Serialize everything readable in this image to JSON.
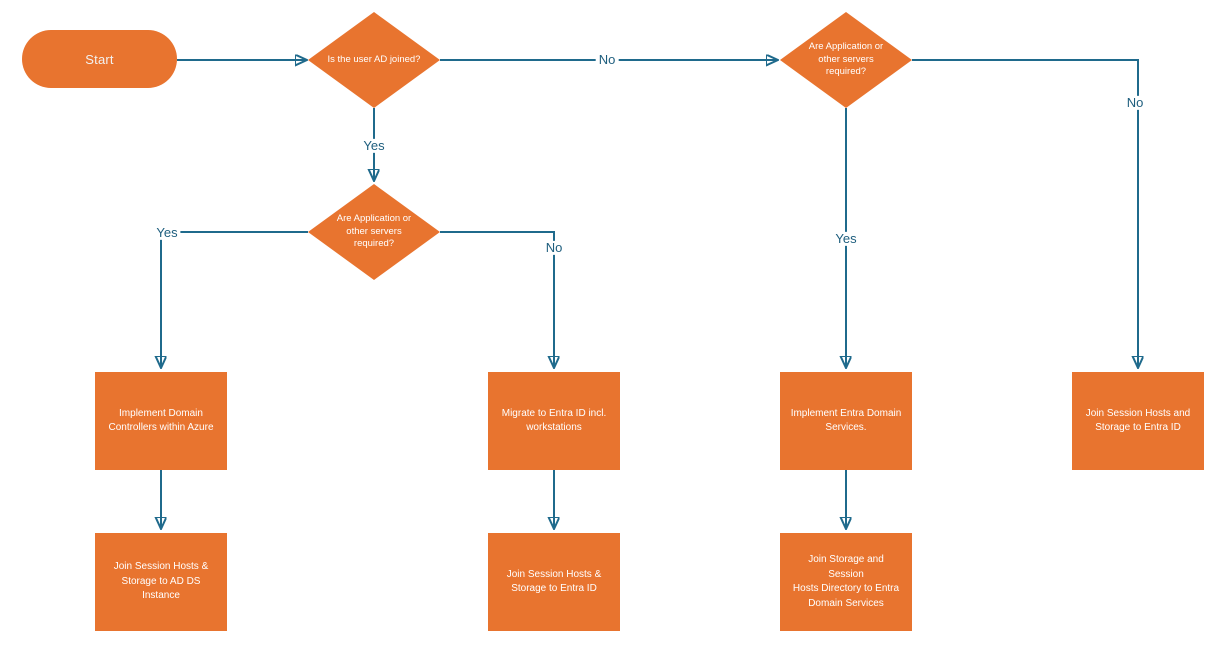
{
  "flowchart": {
    "colors": {
      "node_fill": "#E8742F",
      "connector": "#1F6A8C",
      "node_text": "#FFFFFF",
      "edge_label_text": "#1E5E7E",
      "background": "#FFFFFF"
    },
    "nodes": {
      "start": {
        "label": "Start",
        "type": "start"
      },
      "decision_ad_joined": {
        "label": "Is the user AD joined?",
        "type": "decision"
      },
      "decision_servers_mid": {
        "label": "Are Application or\nother servers\nrequired?",
        "type": "decision"
      },
      "decision_servers_right": {
        "label": "Are Application or\nother servers\nrequired?",
        "type": "decision"
      },
      "implement_dc_azure": {
        "label": "Implement Domain\nControllers within Azure",
        "type": "process"
      },
      "migrate_entra_id": {
        "label": "Migrate to Entra ID incl.\nworkstations",
        "type": "process"
      },
      "implement_entra_ds": {
        "label": "Implement Entra Domain\nServices.",
        "type": "process"
      },
      "join_hosts_storage_entra_far_right": {
        "label": "Join Session Hosts and\nStorage to Entra ID",
        "type": "process"
      },
      "join_hosts_storage_adds": {
        "label": "Join Session Hosts &\nStorage to AD DS Instance",
        "type": "process"
      },
      "join_hosts_storage_entra": {
        "label": "Join Session Hosts &\nStorage to Entra ID",
        "type": "process"
      },
      "join_storage_hosts_entra_ds": {
        "label": "Join Storage and Session\nHosts Directory to Entra\nDomain Services",
        "type": "process"
      }
    },
    "edge_labels": {
      "ad_joined_yes": "Yes",
      "ad_joined_no": "No",
      "servers_mid_yes": "Yes",
      "servers_mid_no": "No",
      "servers_right_yes": "Yes",
      "servers_right_no": "No"
    }
  }
}
